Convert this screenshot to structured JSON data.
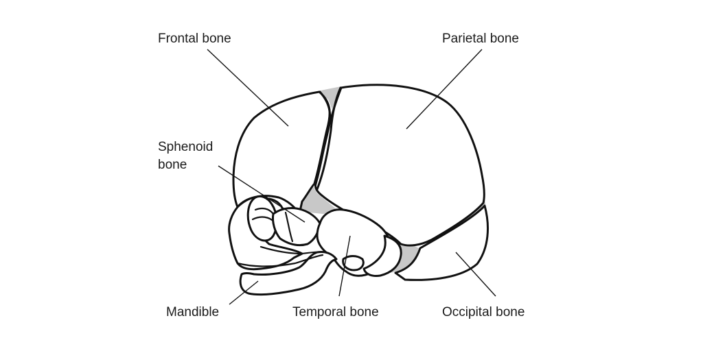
{
  "labels": {
    "frontal": "Frontal bone",
    "parietal": "Parietal bone",
    "sphenoid_line1": "Sphenoid",
    "sphenoid_line2": "bone",
    "mandible": "Mandible",
    "temporal": "Temporal bone",
    "occipital": "Occipital bone"
  },
  "colors": {
    "outline": "#111111",
    "fontanelle_fill": "#c8c8c8",
    "background": "#ffffff"
  }
}
